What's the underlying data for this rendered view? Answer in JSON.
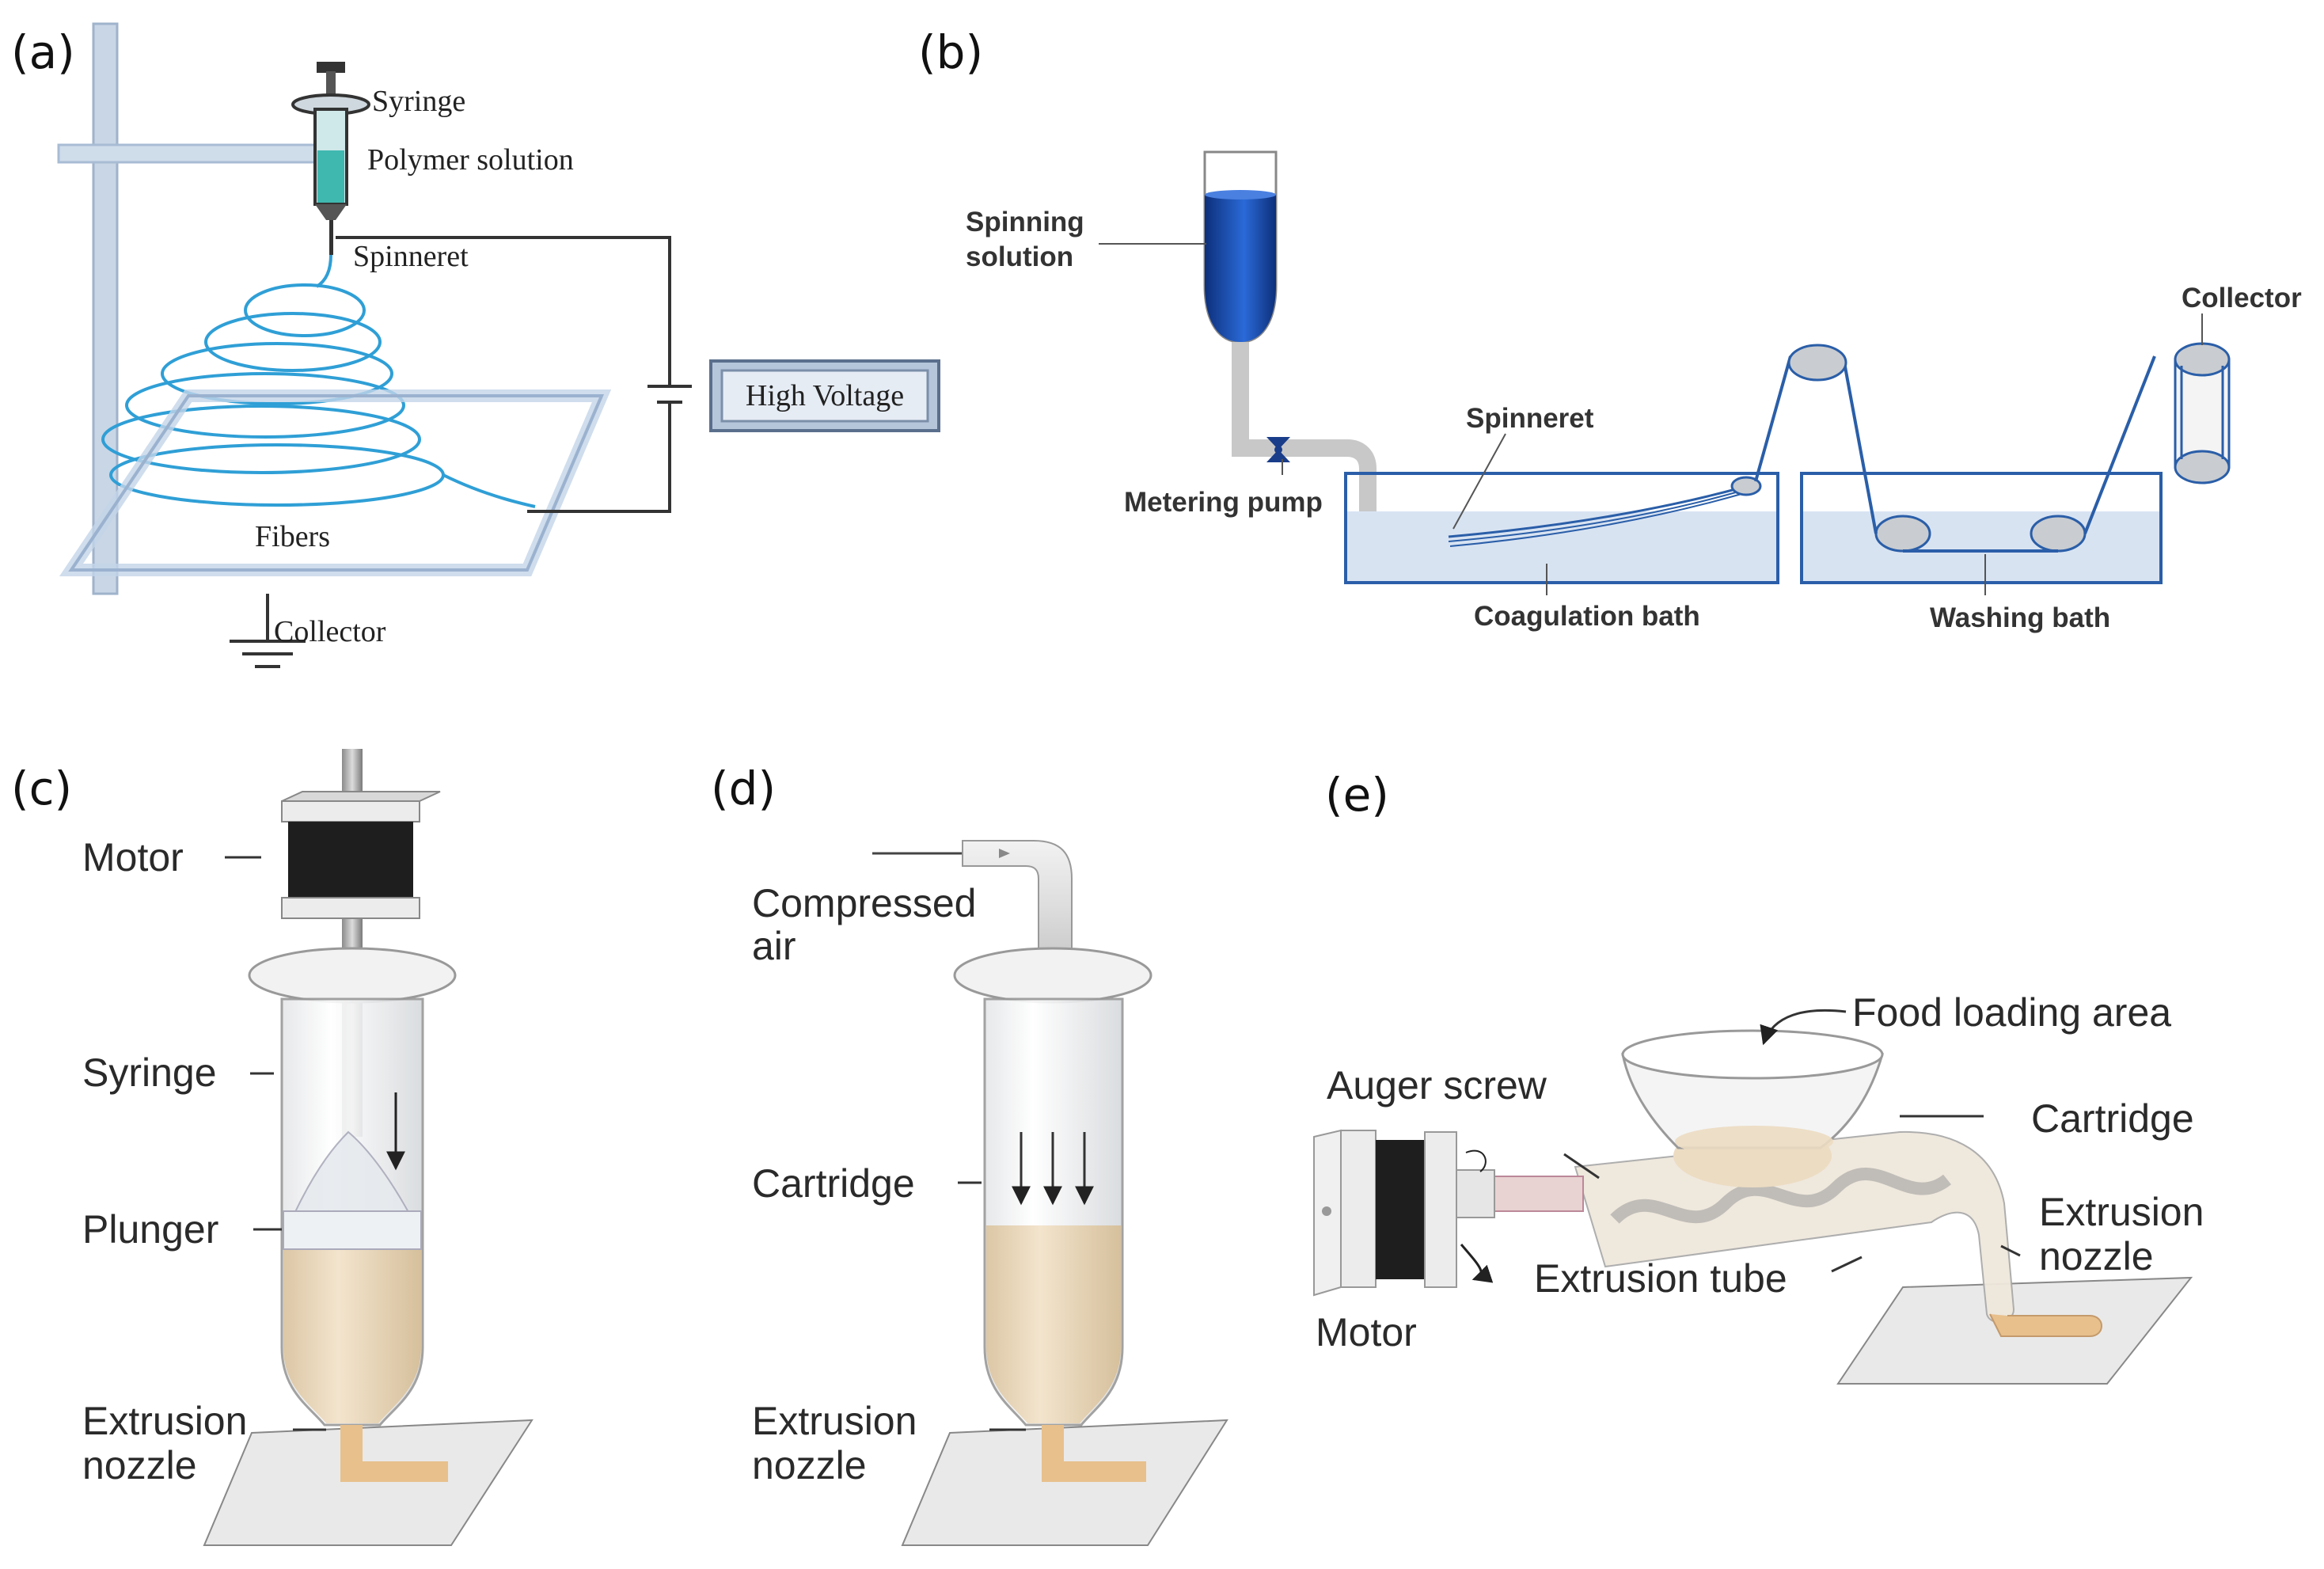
{
  "panels": {
    "a": {
      "tag": "(a)",
      "labels": {
        "syringe": "Syringe",
        "polymer_solution": "Polymer solution",
        "spinneret": "Spinneret",
        "high_voltage": "High Voltage",
        "fibers": "Fibers",
        "collector": "Collector"
      }
    },
    "b": {
      "tag": "(b)",
      "labels": {
        "spinning_line1": "Spinning",
        "spinning_line2": "solution",
        "metering_pump": "Metering pump",
        "spinneret": "Spinneret",
        "coagulation_bath": "Coagulation bath",
        "washing_bath": "Washing bath",
        "collector": "Collector"
      }
    },
    "c": {
      "tag": "(c)",
      "labels": {
        "motor": "Motor",
        "syringe": "Syringe",
        "plunger": "Plunger",
        "extrusion_line1": "Extrusion",
        "extrusion_line2": "nozzle"
      }
    },
    "d": {
      "tag": "(d)",
      "labels": {
        "compressed_line1": "Compressed",
        "compressed_line2": "air",
        "cartridge": "Cartridge",
        "extrusion_line1": "Extrusion",
        "extrusion_line2": "nozzle"
      }
    },
    "e": {
      "tag": "(e)",
      "labels": {
        "food_loading_area": "Food loading area",
        "auger_screw": "Auger screw",
        "cartridge": "Cartridge",
        "extrusion_line1": "Extrusion",
        "extrusion_line2": "nozzle",
        "extrusion_tube": "Extrusion tube",
        "motor": "Motor"
      }
    }
  },
  "colors": {
    "fiber": "#2f9fd6",
    "solution_blue": "#1a4fb0",
    "bath_outline": "#2a5ea8",
    "bath_fill": "#d8e3f2",
    "paste": "#ecd8bc",
    "nozzle": "#e8c08c",
    "motor_body": "#1e1e1e"
  }
}
